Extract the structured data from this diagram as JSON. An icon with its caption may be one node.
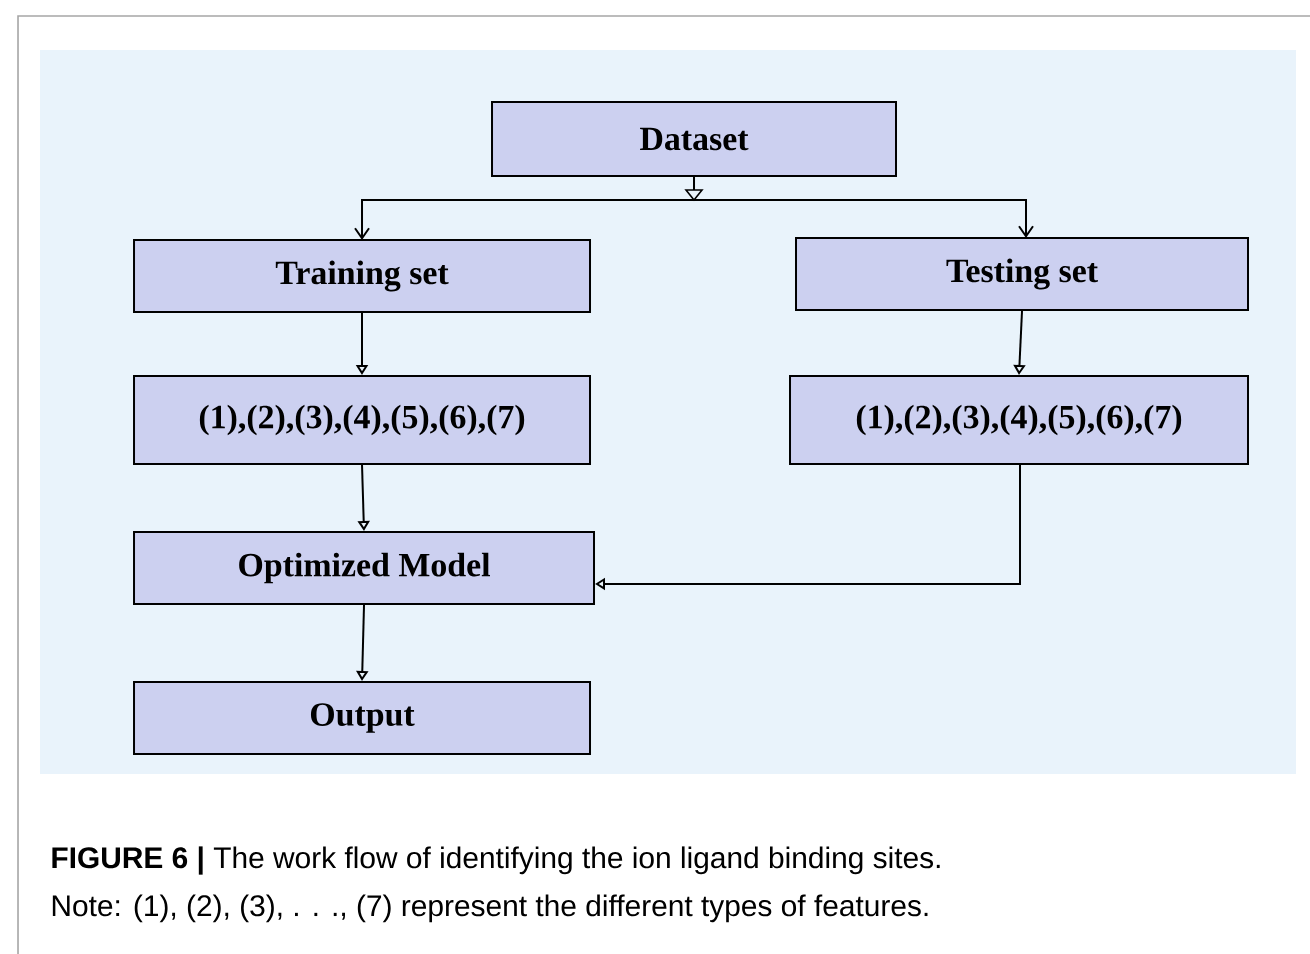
{
  "diagram": {
    "caption": "**FIGURE 6 |** The work flow of identifying the ion ligand binding sites.",
    "nodes": [
      {
        "text": [
          "Dataset"
        ]
      },
      {
        "text": [
          "Training set"
        ]
      },
      {
        "text": [
          "Testing set"
        ]
      },
      {
        "text": [
          "(1),(2),(3),(4),(5),(6),(7)"
        ]
      },
      {
        "text": [
          "(1),(2),(3),(4),(5),(6),(7)"
        ]
      },
      {
        "text": [
          "Optimized Model"
        ]
      },
      {
        "text": [
          "Output"
        ]
      }
    ],
    "edges": [
      {
        "from": 0,
        "to": 1,
        "arrow": "to"
      },
      {
        "from": 0,
        "to": 2,
        "arrow": "to"
      },
      {
        "from": 1,
        "to": 3,
        "arrow": "to"
      },
      {
        "from": 2,
        "to": 4,
        "arrow": "to"
      },
      {
        "from": 3,
        "to": 5,
        "arrow": "to"
      },
      {
        "from": 4,
        "to": 5,
        "arrow": "to"
      },
      {
        "from": 5,
        "to": 6,
        "arrow": "to"
      }
    ],
    "labels": [
      "Note: (1), (2), (3), . . ., (7) represent the different types of features."
    ]
  }
}
